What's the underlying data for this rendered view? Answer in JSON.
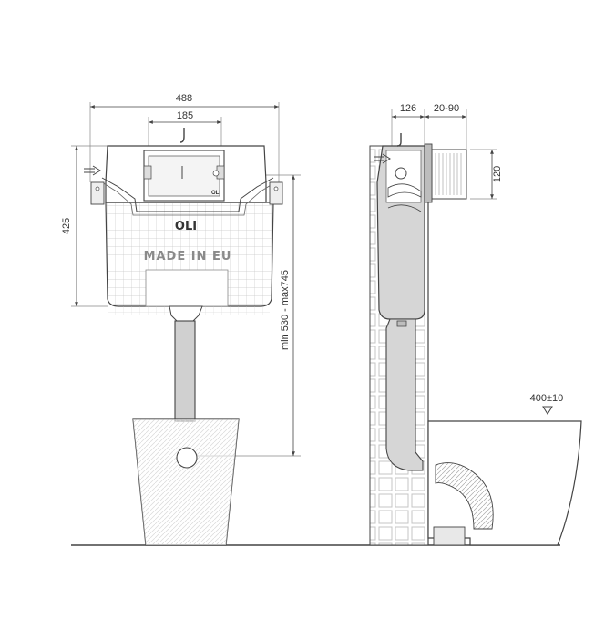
{
  "front_view": {
    "width_label": "488",
    "plate_width_label": "185",
    "height_label": "425",
    "install_height_label": "min 530 - max745",
    "brand_label": "OLI",
    "made_in_label": "MADE IN EU",
    "plate_label": "OLI"
  },
  "side_view": {
    "depth_label": "126",
    "wall_range_label": "20-90",
    "duct_height_label": "120",
    "bowl_height_label": "400±10"
  },
  "colors": {
    "line": "#444444",
    "fill": "#d8d8d8",
    "dark_fill": "#bdbdbd",
    "grid": "#c9c9c9"
  }
}
